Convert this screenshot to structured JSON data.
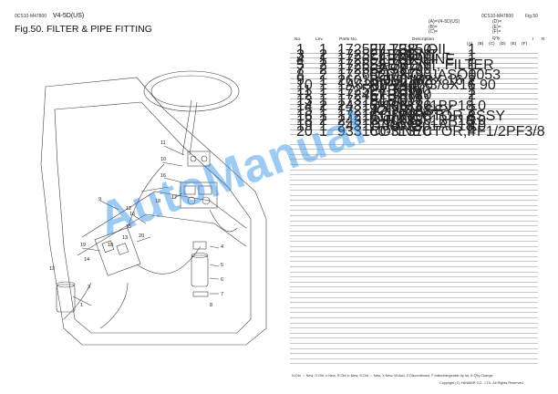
{
  "header": {
    "left_code": "0CS10-M47800",
    "left_model": "V4-5D(US)",
    "right_code": "0CS10-M47800",
    "right_fig": "Fig.50",
    "title": "Fig.50.  FILTER & PIPE FITTING",
    "type_notes": [
      "(A)=V4-5D(US)",
      "(B)=",
      "(C)="
    ],
    "type_notes_right": [
      "(D)=",
      "(E)=",
      "(F)="
    ]
  },
  "table": {
    "columns": {
      "no": "No.",
      "lev": "Lev.",
      "parts_no": "Parts No.",
      "description": "Description",
      "qty": "Q'ty",
      "i": "I",
      "r": "R"
    },
    "qty_columns": [
      "(A)",
      "(B)",
      "(C)",
      "(D)",
      "(E)",
      "(F)"
    ],
    "rows": [
      {
        "no": "1",
        "lev": "1",
        "part": "172527-73850",
        "desc": "FILTER, OIL",
        "qty": "1"
      },
      {
        "no": "3",
        "lev": "2",
        "part": "172527-73870",
        "desc": "ELEMENT",
        "qty": "1"
      },
      {
        "no": "4",
        "lev": "1",
        "part": "172652-73790",
        "desc": "FILTER,LINE",
        "qty": "1"
      },
      {
        "no": "5",
        "lev": "2",
        "part": "172652-73770",
        "desc": "ELEMENT, FILTER",
        "qty": "1"
      },
      {
        "no": "7",
        "lev": "2",
        "part": "172652-73790",
        "desc": "CASE",
        "qty": "1"
      },
      {
        "no": "8",
        "lev": "2",
        "part": "172652-73790",
        "desc": "O-RING, JASO0053",
        "qty": "1"
      },
      {
        "no": "9",
        "lev": "1",
        "part": "26013-080162",
        "desc": "BOLT, M8X 16",
        "qty": "2"
      },
      {
        "no": "10",
        "lev": "1",
        "part": "1A6380-24080",
        "desc": "NIPPLE, 3/8X16 90",
        "qty": "1"
      },
      {
        "no": "11",
        "lev": "1",
        "part": "172524-76110",
        "desc": "ELBOW",
        "qty": "1"
      },
      {
        "no": "12",
        "lev": "1",
        "part": "172467-76120",
        "desc": "ELBOW",
        "qty": "2"
      },
      {
        "no": "13",
        "lev": "1",
        "part": "173164-76131",
        "desc": "ELBOW",
        "qty": "1"
      },
      {
        "no": "14",
        "lev": "2",
        "part": "24315-000180",
        "desc": "O-RING, 1BP18.0",
        "qty": "1"
      },
      {
        "no": "15",
        "lev": "1",
        "part": "172142-76181",
        "desc": "JOINT ASSY",
        "qty": "2"
      },
      {
        "no": "16",
        "lev": "1",
        "part": "172141-76900",
        "desc": "CONNECTOR ASSY",
        "qty": "3"
      },
      {
        "no": "18",
        "lev": "2",
        "part": "24315-000180",
        "desc": "O-RING, 1BP18.0",
        "qty": "3"
      },
      {
        "no": "19",
        "lev": "1",
        "part": "24311-000180",
        "desc": "O-RING, 1AP18.0",
        "qty": "4"
      },
      {
        "no": "20",
        "lev": "1",
        "part": "933160-31370",
        "desc": "CONNECTOR,PF1/2PF3/8",
        "qty": "4"
      }
    ]
  },
  "footer": {
    "legend": "N:Old ⇔ New,  O:Old ⇒ New,  R:Old ⇐ New,  S:Old ⇔ New,  X:New,  W:Add,  Z:Discontinued,  F:Interchangeable by lot,  K:Q'ty Change",
    "copyright": "Copyright (C)  YANMAR CO., LTD. All Rights Reserved."
  },
  "watermark": "AutoManual",
  "callouts": [
    "11",
    "10",
    "16",
    "17",
    "18",
    "12",
    "9",
    "16",
    "15",
    "20",
    "13",
    "18",
    "19",
    "14",
    "12",
    "3",
    "1",
    "4",
    "5",
    "6",
    "7",
    "8"
  ],
  "colors": {
    "watermark": "#2a8ce6",
    "line": "#333333",
    "rule": "#bbbbbb"
  }
}
